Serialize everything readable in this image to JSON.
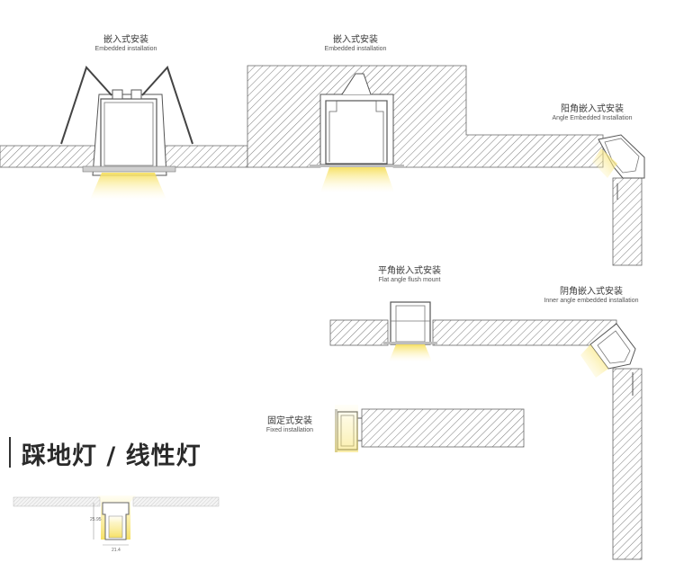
{
  "labels": {
    "embedded_1": {
      "cn": "嵌入式安装",
      "en": "Embedded installation"
    },
    "embedded_2": {
      "cn": "嵌入式安装",
      "en": "Embedded installation"
    },
    "angle_embedded": {
      "cn": "阳角嵌入式安装",
      "en": "Angle Embedded Installation"
    },
    "flat_angle": {
      "cn": "平角嵌入式安装",
      "en": "Flat angle flush mount"
    },
    "inner_angle": {
      "cn": "阴角嵌入式安装",
      "en": "Inner angle embedded installation"
    },
    "fixed": {
      "cn": "固定式安装",
      "en": "Fixed installation"
    }
  },
  "title": "踩地灯 / 线性灯",
  "dimensions": {
    "height": "25.95",
    "width": "21.4"
  },
  "colors": {
    "hatch": "#777777",
    "outline": "#555555",
    "light": "#f7e27a",
    "profile": "#cfcfcf"
  }
}
